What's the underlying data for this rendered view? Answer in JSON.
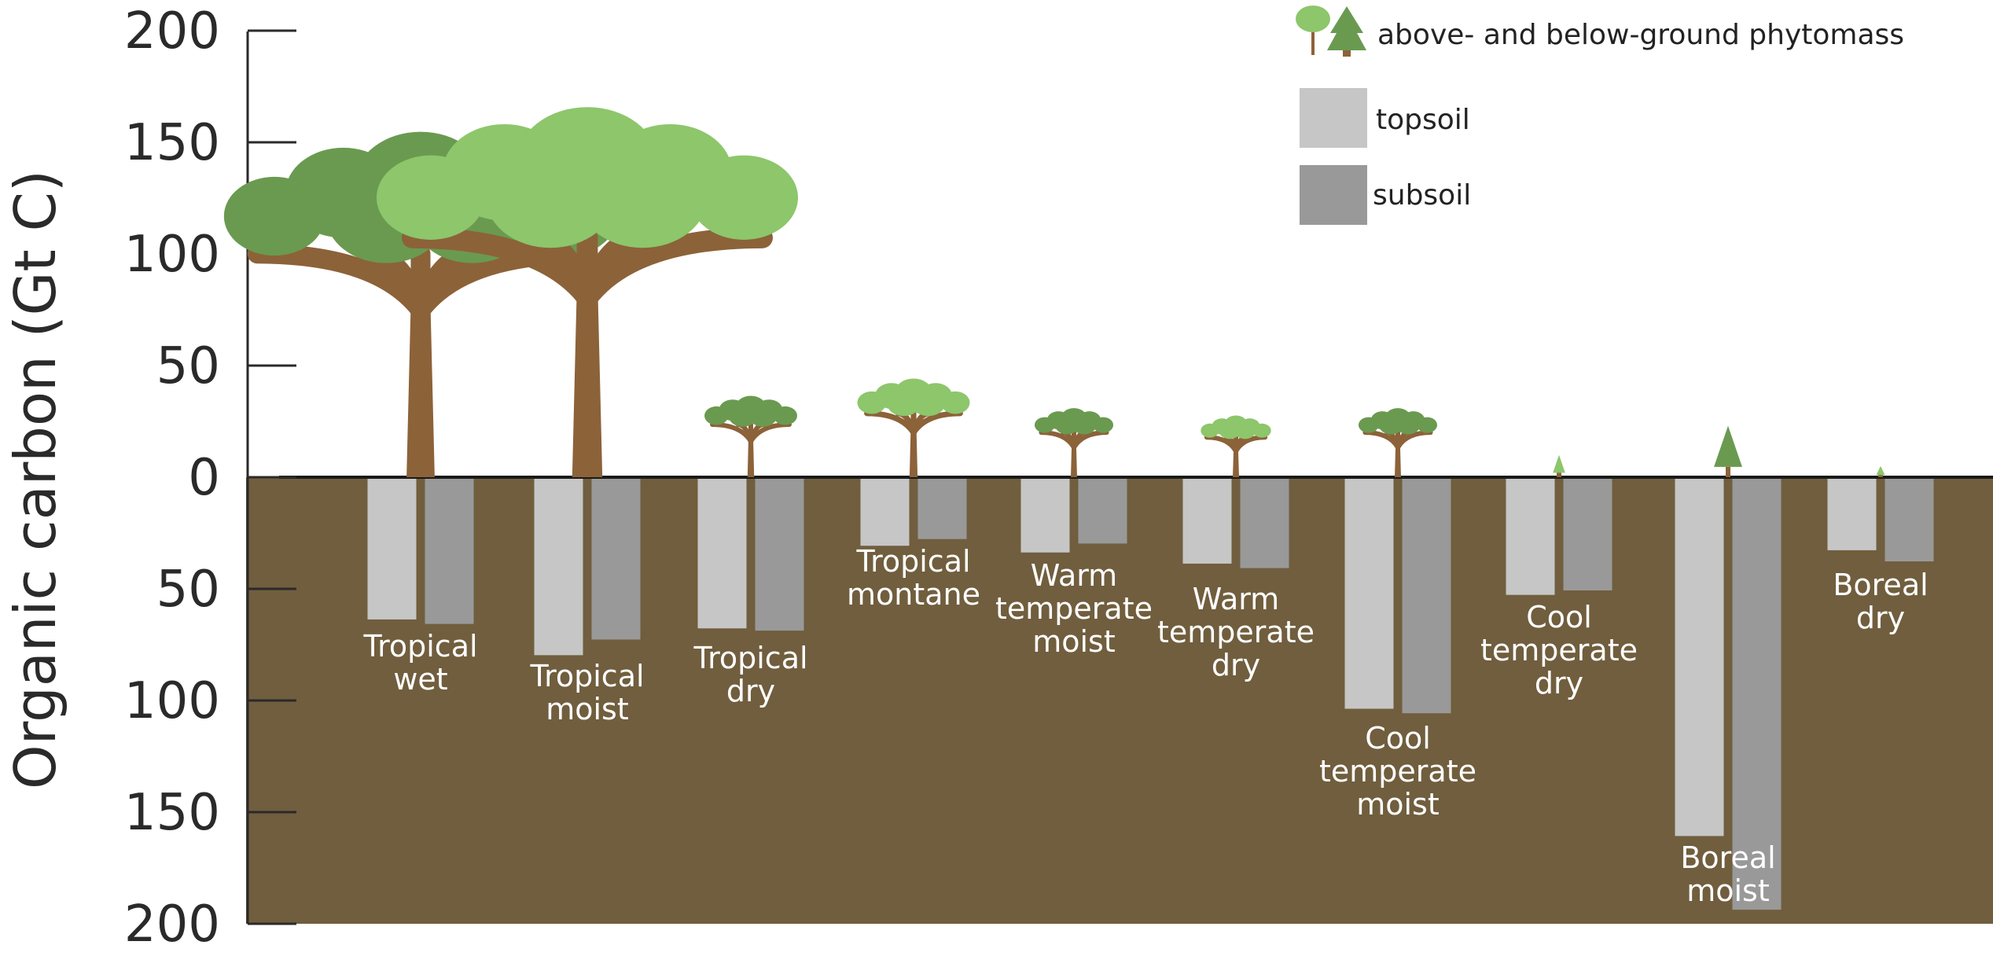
{
  "chart_data": {
    "type": "bar",
    "ylabel": "Organic carbon (Gt C)",
    "ylim": [
      -200,
      200
    ],
    "yticks": [
      {
        "value": 200,
        "label": "200"
      },
      {
        "value": 150,
        "label": "150"
      },
      {
        "value": 100,
        "label": "100"
      },
      {
        "value": 50,
        "label": "50"
      },
      {
        "value": 0,
        "label": "0"
      },
      {
        "value": -50,
        "label": "50"
      },
      {
        "value": -100,
        "label": "100"
      },
      {
        "value": -150,
        "label": "150"
      },
      {
        "value": -200,
        "label": "200"
      }
    ],
    "categories": [
      {
        "key": "tw",
        "label_lines": [
          "Tropical",
          "wet"
        ]
      },
      {
        "key": "tm",
        "label_lines": [
          "Tropical",
          "moist"
        ]
      },
      {
        "key": "td",
        "label_lines": [
          "Tropical",
          "dry"
        ]
      },
      {
        "key": "tmo",
        "label_lines": [
          "Tropical",
          "montane"
        ]
      },
      {
        "key": "wtm",
        "label_lines": [
          "Warm",
          "temperate",
          "moist"
        ]
      },
      {
        "key": "wtd",
        "label_lines": [
          "Warm",
          "temperate",
          "dry"
        ]
      },
      {
        "key": "ctm",
        "label_lines": [
          "Cool",
          "temperate",
          "moist"
        ]
      },
      {
        "key": "ctd",
        "label_lines": [
          "Cool",
          "temperate",
          "dry"
        ]
      },
      {
        "key": "bm",
        "label_lines": [
          "Boreal",
          "moist"
        ]
      },
      {
        "key": "bd",
        "label_lines": [
          "Boreal",
          "dry"
        ]
      }
    ],
    "series": [
      {
        "name": "above- and below-ground phytomass",
        "values": [
          140,
          150,
          33,
          40,
          28,
          25,
          28,
          10,
          23,
          5
        ],
        "color": "#8c6239"
      },
      {
        "name": "topsoil",
        "values": [
          63,
          79,
          67,
          30,
          33,
          38,
          103,
          52,
          160,
          32
        ],
        "color": "#c6c6c6"
      },
      {
        "name": "subsoil",
        "values": [
          65,
          72,
          68,
          27,
          29,
          40,
          105,
          50,
          193,
          37
        ],
        "color": "#999999"
      }
    ],
    "colors": {
      "soil": "#705e3e",
      "trunk": "#8c6239",
      "leaf_dark": "#6a9a50",
      "leaf_light": "#8dc66b",
      "axis": "#2a2a2a"
    },
    "legend": {
      "placement": "top-right",
      "items": [
        "above- and below-ground phytomass",
        "topsoil",
        "subsoil"
      ]
    },
    "grid": false
  }
}
